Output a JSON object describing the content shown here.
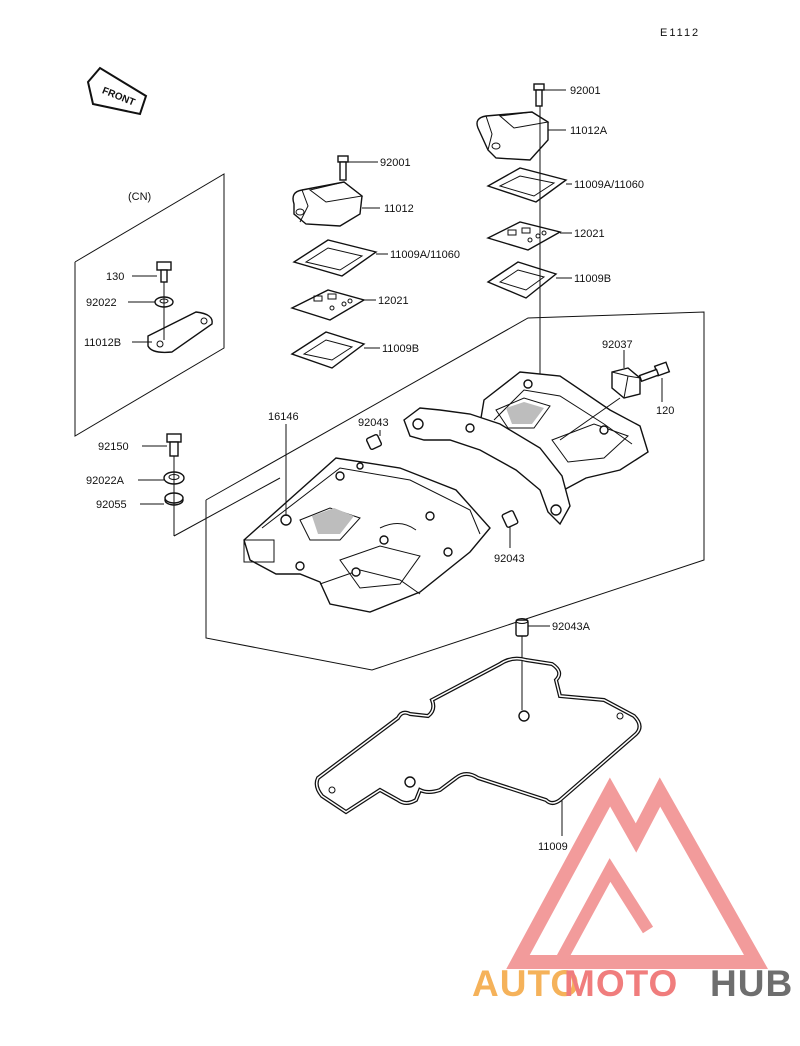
{
  "diagram": {
    "code": "E1112",
    "front_label": "FRONT",
    "cn_label": "(CN)",
    "parts": [
      {
        "id": "p-92001-right",
        "number": "92001"
      },
      {
        "id": "p-11012a",
        "number": "11012A"
      },
      {
        "id": "p-11009a-right",
        "number": "11009A/11060"
      },
      {
        "id": "p-12021-right",
        "number": "12021"
      },
      {
        "id": "p-11009b-right",
        "number": "11009B"
      },
      {
        "id": "p-92001-left",
        "number": "92001"
      },
      {
        "id": "p-11012",
        "number": "11012"
      },
      {
        "id": "p-11009a-left",
        "number": "11009A/11060"
      },
      {
        "id": "p-12021-left",
        "number": "12021"
      },
      {
        "id": "p-11009b-left",
        "number": "11009B"
      },
      {
        "id": "p-130",
        "number": "130"
      },
      {
        "id": "p-92022",
        "number": "92022"
      },
      {
        "id": "p-11012b",
        "number": "11012B"
      },
      {
        "id": "p-92037",
        "number": "92037"
      },
      {
        "id": "p-120",
        "number": "120"
      },
      {
        "id": "p-16146",
        "number": "16146"
      },
      {
        "id": "p-92043-top",
        "number": "92043"
      },
      {
        "id": "p-92150",
        "number": "92150"
      },
      {
        "id": "p-92022a",
        "number": "92022A"
      },
      {
        "id": "p-92055",
        "number": "92055"
      },
      {
        "id": "p-92043-bottom",
        "number": "92043"
      },
      {
        "id": "p-92043a",
        "number": "92043A"
      },
      {
        "id": "p-11009",
        "number": "11009"
      }
    ]
  },
  "watermark": {
    "part1": "AUTO",
    "part2": "MOTO",
    "part3": "HUB",
    "colors": {
      "auto": "#f5b25a",
      "moto": "#f07d7d",
      "hub": "#6e6e6e",
      "triangle": "#f08a8a"
    }
  }
}
